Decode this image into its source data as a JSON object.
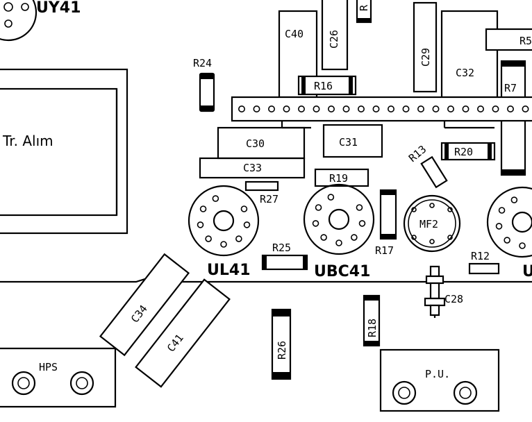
{
  "tubes": {
    "uy41": "UY41",
    "ul41": "UL41",
    "ubc41": "UBC41",
    "u_partial": "U"
  },
  "blocks": {
    "transformer": "Tr. Alım",
    "hps": "HPS",
    "pu": "P.U."
  },
  "parts": {
    "c40": "C40",
    "c26": "C26",
    "r_top": "R",
    "c29": "C29",
    "c32": "C32",
    "r5": "R5",
    "r24": "R24",
    "r16": "R16",
    "r7": "R7",
    "c30": "C30",
    "c31": "C31",
    "r13": "R13",
    "r20": "R20",
    "c33": "C33",
    "r19": "R19",
    "r27": "R27",
    "mf2": "MF2",
    "r17": "R17",
    "r25": "R25",
    "r12": "R12",
    "c28": "C28",
    "c34": "C34",
    "c41": "C41",
    "r18": "R18",
    "r26": "R26"
  }
}
